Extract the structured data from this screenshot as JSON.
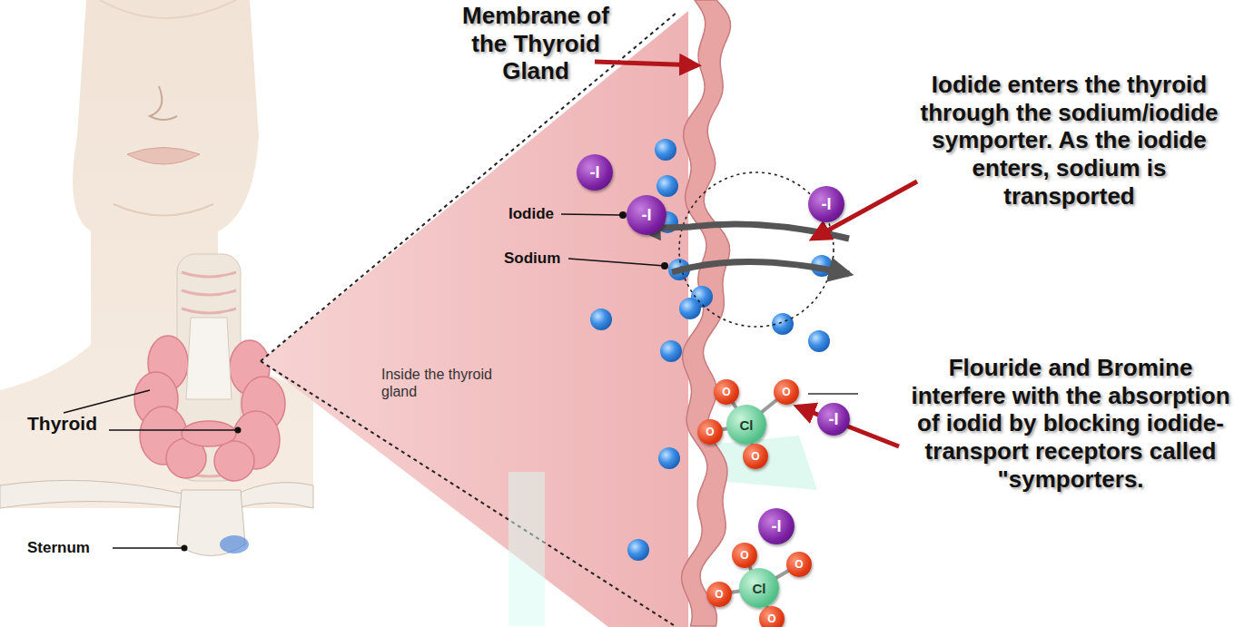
{
  "diagram": {
    "nodes": [
      {
        "text": [
          "-I"
        ]
      },
      {
        "text": [
          "-I"
        ]
      },
      {
        "text": [
          "-I"
        ]
      },
      {
        "text": [
          "-I"
        ]
      },
      {
        "text": [
          "-I"
        ]
      },
      {
        "text": [
          "Cl"
        ]
      },
      {
        "text": [
          "O"
        ]
      },
      {
        "text": [
          "O"
        ]
      },
      {
        "text": [
          "O"
        ]
      },
      {
        "text": [
          "O"
        ]
      },
      {
        "text": [
          "Cl"
        ]
      },
      {
        "text": [
          "O"
        ]
      },
      {
        "text": [
          "O"
        ]
      },
      {
        "text": [
          "O"
        ]
      },
      {
        "text": [
          "O"
        ]
      }
    ],
    "labels": [
      "Membrane of the Thyroid Gland",
      "Iodide enters the thyroid through the sodium/iodide symporter. As the iodide enters, sodium is transported",
      "Flouride and Bromine interfere with the absorption of iodid by blocking iodide-transport receptors called \"symporters.",
      "Iodide",
      "Sodium",
      "Inside the thyroid gland",
      "Thyroid",
      "Sternum"
    ]
  }
}
